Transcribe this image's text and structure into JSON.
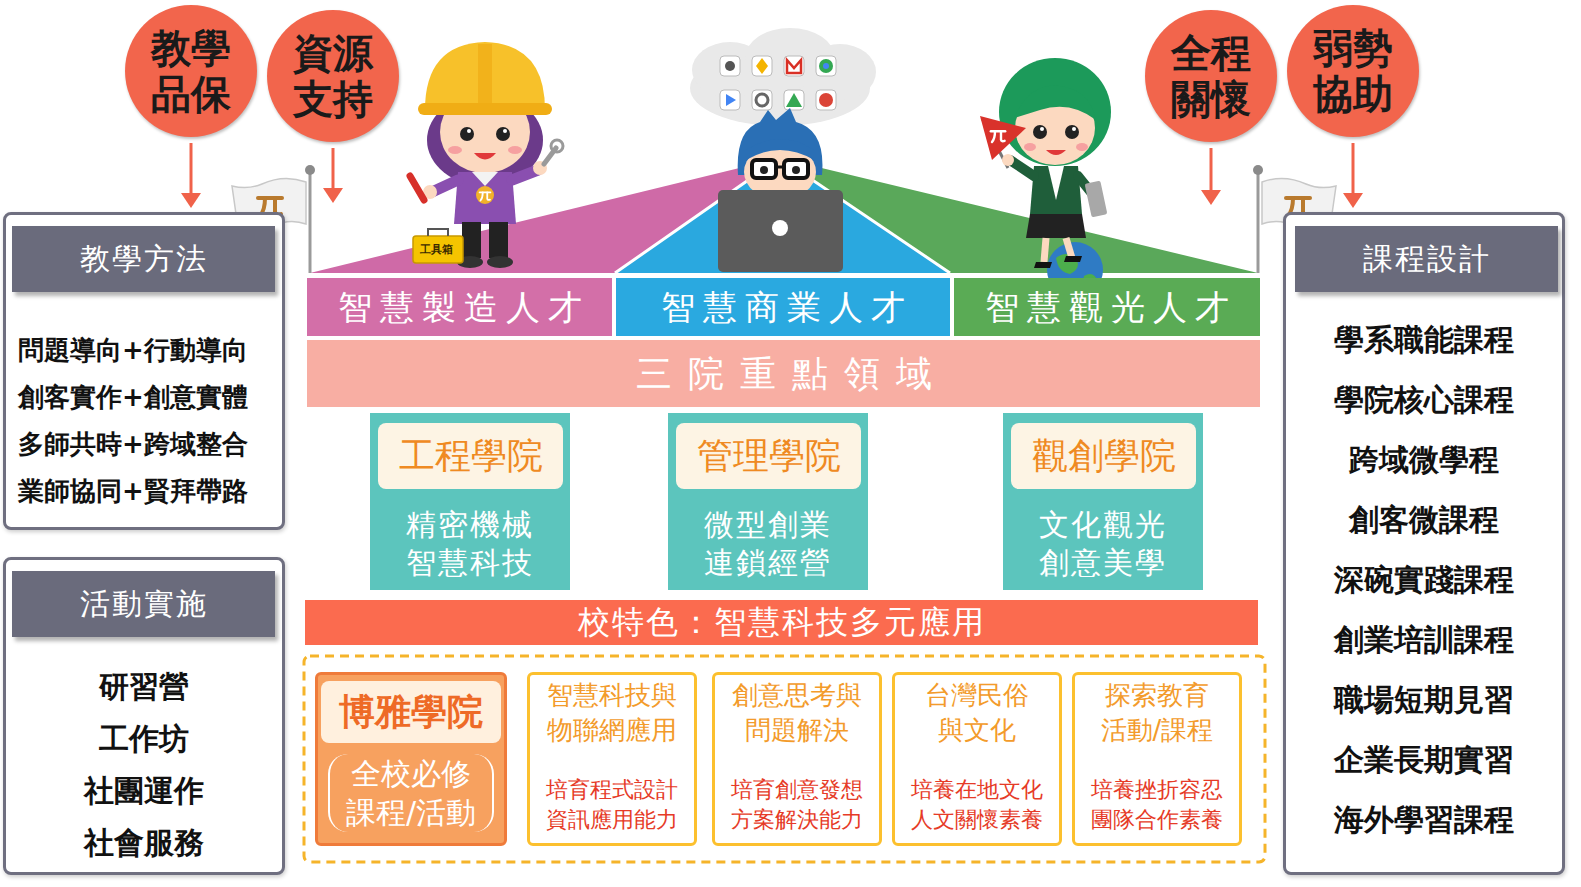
{
  "diagram": {
    "nodes": [
      {
        "text": [
          "教學 品保"
        ]
      },
      {
        "text": [
          "資源 支持"
        ]
      },
      {
        "text": [
          "全程 關懷"
        ]
      },
      {
        "text": [
          "弱勢 協助"
        ]
      },
      {
        "text": [
          "問題導向+行動導向",
          "創客實作+創意實體",
          "多師共時+跨域整合",
          "業師協同+賢拜帶路"
        ]
      },
      {
        "text": [
          "教學方法"
        ],
        "in": 4
      },
      {
        "text": [
          "研習營",
          "工作坊",
          "社團運作",
          "社會服務"
        ]
      },
      {
        "text": [
          "活動實施"
        ],
        "in": 6
      },
      {
        "text": [
          "智慧製造人才"
        ]
      },
      {
        "text": [
          "智慧商業人才"
        ]
      },
      {
        "text": [
          "智慧觀光人才"
        ]
      },
      {
        "text": [
          "三院重點領域"
        ]
      },
      {
        "text": [
          "精密機械",
          "智慧科技"
        ]
      },
      {
        "text": [
          "工程學院"
        ],
        "in": 12
      },
      {
        "text": [
          "微型創業",
          "連鎖經營"
        ]
      },
      {
        "text": [
          "管理學院"
        ],
        "in": 14
      },
      {
        "text": [
          "文化觀光",
          "創意美學"
        ]
      },
      {
        "text": [
          "觀創學院"
        ],
        "in": 16
      },
      {
        "text": [
          "校特色：智慧科技多元應用"
        ]
      },
      {
        "text": [
          "全校必修 課程/活動"
        ]
      },
      {
        "text": [
          "博雅學院"
        ],
        "in": 19
      },
      {
        "text": [
          "智慧科技與 物聯網應用",
          "培育程式設計 資訊應用能力"
        ]
      },
      {
        "text": [
          "創意思考與 問題解決",
          "培育創意發想 方案解決能力"
        ]
      },
      {
        "text": [
          "台灣民俗 與文化",
          "培養在地文化 人文關懷素養"
        ]
      },
      {
        "text": [
          "探索教育 活動/課程",
          "培養挫折容忍 團隊合作素養"
        ]
      },
      {
        "text": [
          "學系職能課程",
          "學院核心課程",
          "跨域微學程",
          "創客微課程",
          "深碗實踐課程",
          "創業培訓課程",
          "職場短期見習",
          "企業長期實習",
          "海外學習課程"
        ]
      },
      {
        "text": [
          "課程設計"
        ],
        "in": 25
      }
    ],
    "edges": [
      {
        "from": 0,
        "to": 4,
        "arrow": "to"
      },
      {
        "from": 3,
        "to": 25,
        "arrow": "to"
      }
    ],
    "labels": [
      "工具箱"
    ]
  }
}
